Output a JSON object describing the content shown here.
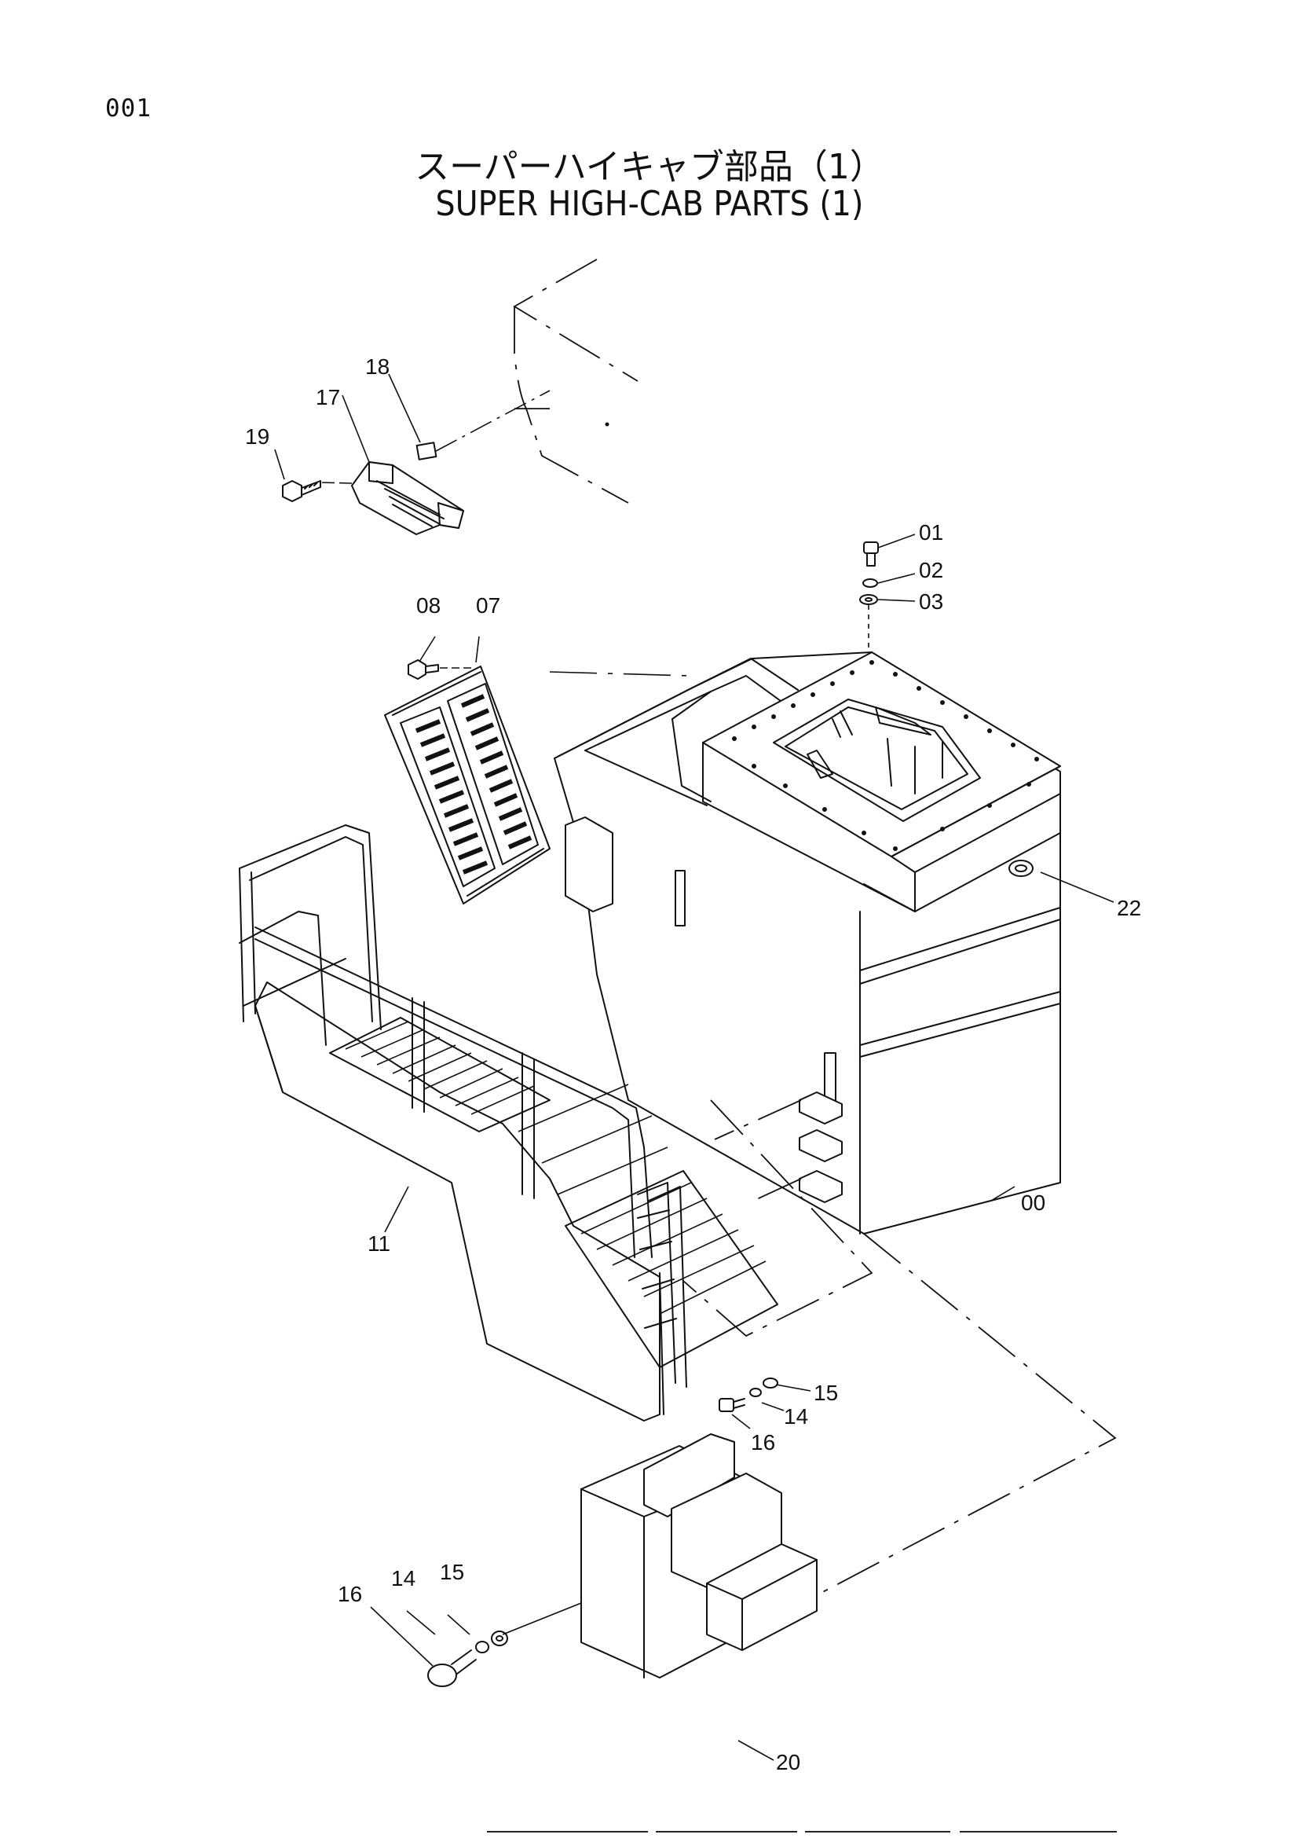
{
  "page": {
    "number": "001",
    "title_ja": "スーパーハイキャブ部品（1）",
    "title_en": "SUPER HIGH-CAB PARTS (1)"
  },
  "callouts": [
    {
      "id": "00",
      "label": "00"
    },
    {
      "id": "01",
      "label": "01"
    },
    {
      "id": "02",
      "label": "02"
    },
    {
      "id": "03",
      "label": "03"
    },
    {
      "id": "07",
      "label": "07"
    },
    {
      "id": "08",
      "label": "08"
    },
    {
      "id": "11",
      "label": "11"
    },
    {
      "id": "14a",
      "label": "14"
    },
    {
      "id": "15a",
      "label": "15"
    },
    {
      "id": "16a",
      "label": "16"
    },
    {
      "id": "14b",
      "label": "14"
    },
    {
      "id": "15b",
      "label": "15"
    },
    {
      "id": "16b",
      "label": "16"
    },
    {
      "id": "17",
      "label": "17"
    },
    {
      "id": "18",
      "label": "18"
    },
    {
      "id": "19",
      "label": "19"
    },
    {
      "id": "20",
      "label": "20"
    },
    {
      "id": "22",
      "label": "22"
    }
  ]
}
